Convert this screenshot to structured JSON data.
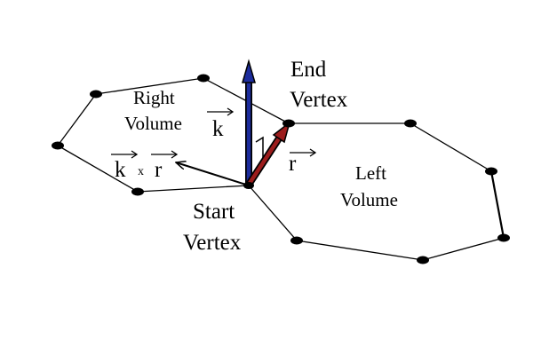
{
  "labels": {
    "end_vertex_line1": "End",
    "end_vertex_line2": "Vertex",
    "start_vertex_line1": "Start",
    "start_vertex_line2": "Vertex",
    "right_volume_line1": "Right",
    "right_volume_line2": "Volume",
    "left_volume_line1": "Left",
    "left_volume_line2": "Volume",
    "vector_k": "k",
    "vector_r": "r",
    "cross_k": "k",
    "cross_x": "x",
    "cross_r": "r"
  },
  "colors": {
    "k_vector": "#1c2c9c",
    "r_vector": "#9c1c1c",
    "outline": "#000000",
    "background": "#ffffff"
  }
}
